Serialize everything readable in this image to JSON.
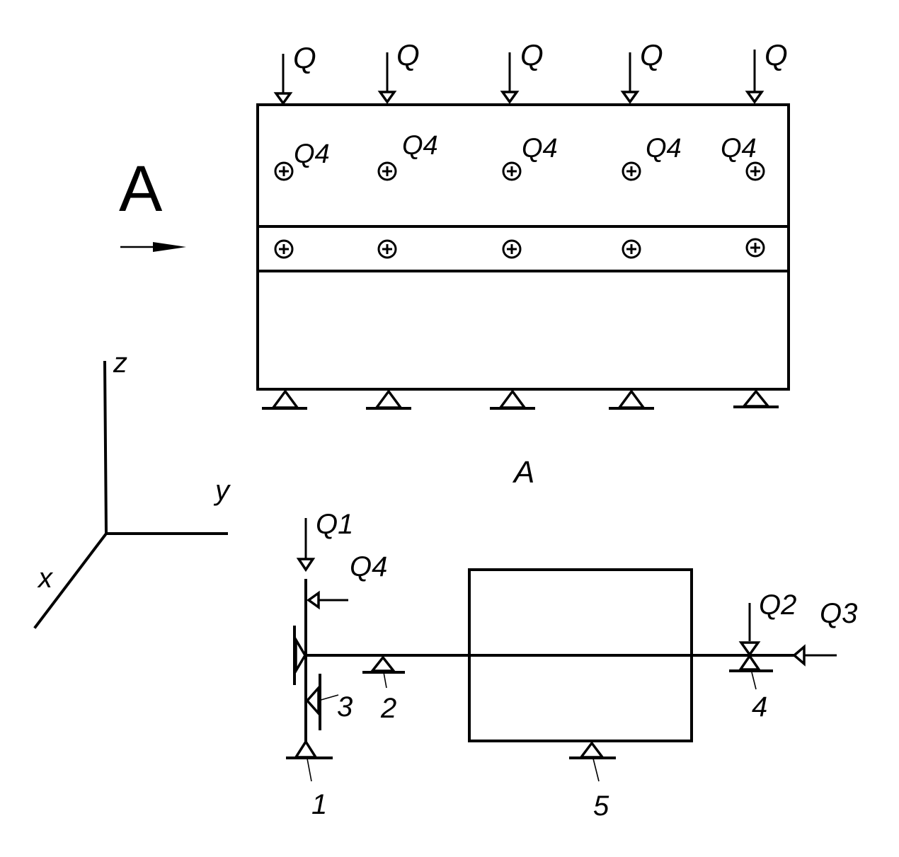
{
  "view_arrow_label": "A",
  "view_caption": "A",
  "axes": {
    "z": "z",
    "y": "y",
    "x": "x"
  },
  "top_view": {
    "top_load_labels": [
      "Q",
      "Q",
      "Q",
      "Q",
      "Q"
    ],
    "lateral_load_labels": [
      "Q4",
      "Q4",
      "Q4",
      "Q4",
      "Q4"
    ]
  },
  "side_view": {
    "load_labels": {
      "q1": "Q1",
      "q4": "Q4",
      "q2": "Q2",
      "q3": "Q3"
    },
    "support_labels": [
      "1",
      "2",
      "3",
      "4",
      "5"
    ]
  }
}
